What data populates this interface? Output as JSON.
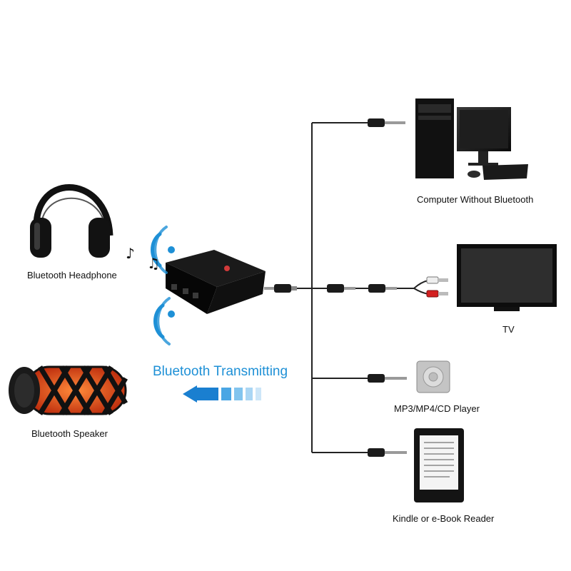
{
  "labels": {
    "headphone": "Bluetooth Headphone",
    "speaker": "Bluetooth Speaker",
    "transmitting": "Bluetooth Transmitting",
    "computer": "Computer Without Bluetooth",
    "tv": "TV",
    "player": "MP3/MP4/CD Player",
    "reader": "Kindle or e-Book Reader"
  },
  "colors": {
    "accent": "#1e90d6",
    "cable": "#222222",
    "speaker_glow": "#e8501c",
    "device": "#111111"
  },
  "icons": {
    "headphone": "headphone-icon",
    "speaker": "speaker-icon",
    "transmitter": "bluetooth-transmitter-icon",
    "computer": "desktop-computer-icon",
    "tv": "television-icon",
    "player": "mp3-player-icon",
    "reader": "ebook-reader-icon",
    "music_note": "music-note-icon",
    "arrow": "left-arrow-icon"
  }
}
